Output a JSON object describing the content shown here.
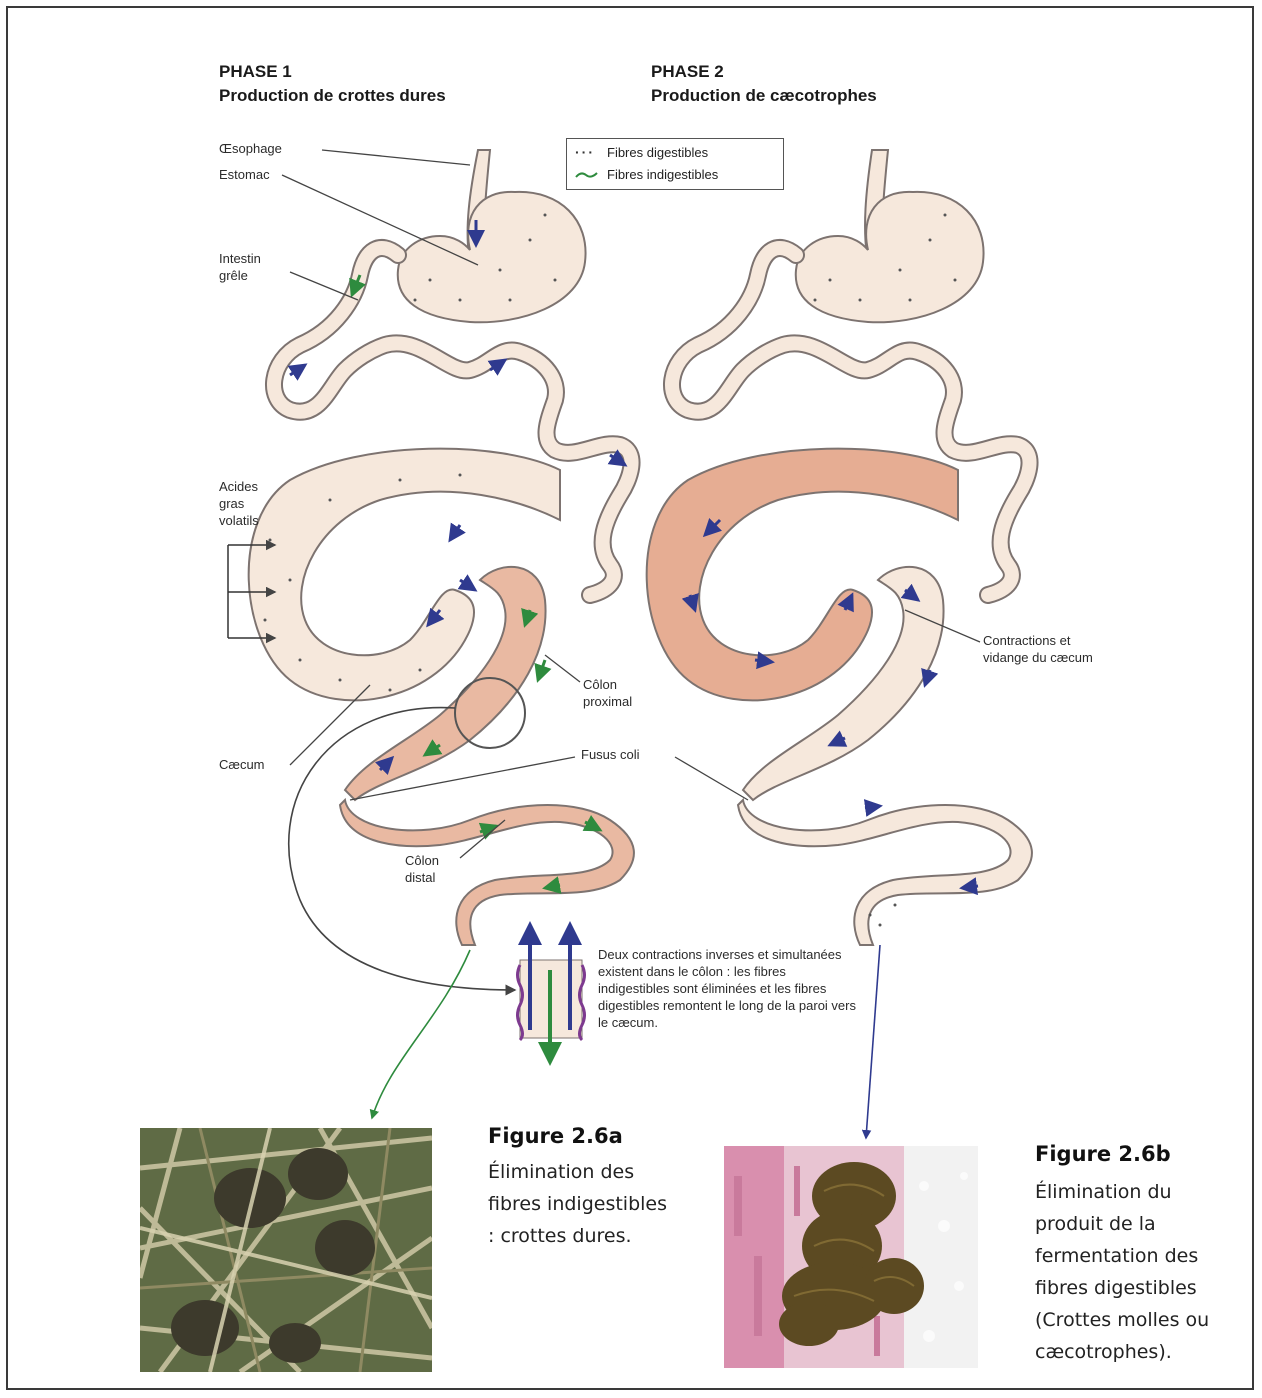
{
  "phase1": {
    "title": "PHASE 1",
    "subtitle": "Production de crottes dures"
  },
  "phase2": {
    "title": "PHASE 2",
    "subtitle": "Production de cæcotrophes"
  },
  "legend": {
    "digestible": "Fibres digestibles",
    "indigestible": "Fibres indigestibles"
  },
  "labels": {
    "oesophage": "Œsophage",
    "estomac": "Estomac",
    "intestin": "Intestin grêle",
    "acides": "Acides gras volatils",
    "colon_proximal": "Côlon proximal",
    "caecum": "Cæcum",
    "fusus_coli": "Fusus coli",
    "colon_distal": "Côlon distal",
    "contractions": "Contractions et vidange du cæcum"
  },
  "note": "Deux contractions inverses et simultanées existent dans le côlon : les fibres indigestibles sont éliminées et les fibres digestibles remontent le long de la paroi vers le cæcum.",
  "figure_a": {
    "title": "Figure 2.6a",
    "caption": "Élimination des fibres indigestibles : crottes dures."
  },
  "figure_b": {
    "title": "Figure 2.6b",
    "caption": "Élimination du produit de la fermentation des fibres digestibles (Crottes molles ou cæcotrophes)."
  },
  "colors": {
    "tract_light": "#f6e8dc",
    "tract_pink": "#e9b9a2",
    "caecum_dark": "#e6ad93",
    "outline": "#7d7370",
    "digestible_arrow": "#2f3a8f",
    "indigestible_arrow": "#2e8b3e"
  }
}
